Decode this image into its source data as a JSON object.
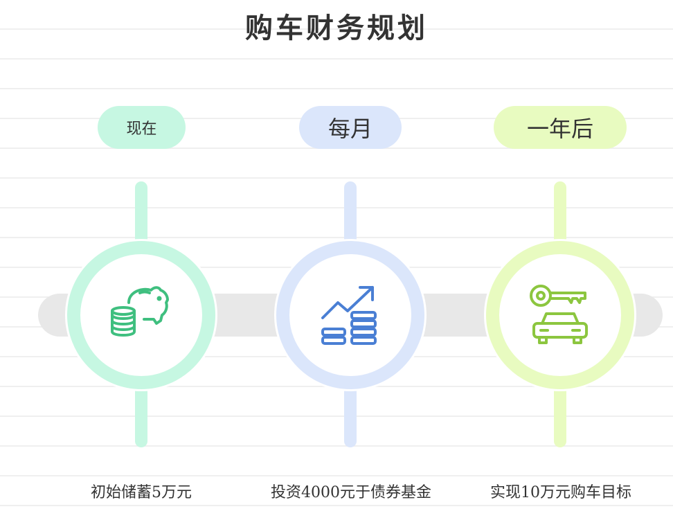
{
  "title": "购车财务规划",
  "stages": [
    {
      "label": "现在",
      "description": "初始储蓄5万元",
      "icon": "piggy-bank-coins-icon",
      "color": "#c6f7e2",
      "icon_color": "#3fbf7f"
    },
    {
      "label": "每月",
      "description": "投资4000元于债券基金",
      "icon": "growth-chart-coins-icon",
      "color": "#dbe6fb",
      "icon_color": "#4a7fd4"
    },
    {
      "label": "一年后",
      "description": "实现10万元购车目标",
      "icon": "car-key-icon",
      "color": "#e8fbc0",
      "icon_color": "#8cc63f"
    }
  ]
}
